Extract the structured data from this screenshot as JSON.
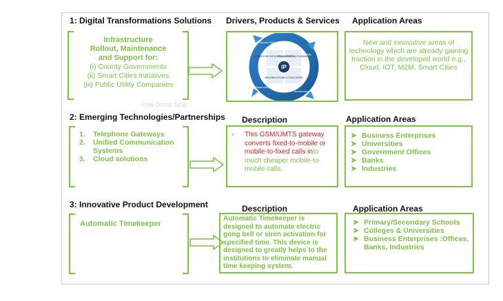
{
  "row1": {
    "heading": "1: Digital Transformations Solutions",
    "infra_title_lines": [
      "Infrastructure",
      "Rollout, Maintenance",
      "and Support for:"
    ],
    "infra_items": [
      "(i) County Governments",
      "(ii) Smart Cities Initiatives",
      "(iii) Public Utility Companies"
    ],
    "drivers_heading": "Drivers, Products & Services",
    "app_heading": "Application Areas",
    "app_text": "New and innovative areas of technology which are already gaining traction in the developed world e.g., Cloud, IOT, M2M, Smart Cities",
    "diagram": {
      "center": "IP",
      "outer_labels": [
        "Service Delivery",
        "Strategy",
        "Architecture",
        "Infrastructure"
      ],
      "quadrants": [
        "OPERATIONS SERVICES & SUPPORT",
        "CONSULTING AND PLANNING",
        "SOLUTION DESIGN",
        "IMPLEMENTATION"
      ]
    },
    "ghost_text": "Free Dump Stop"
  },
  "row2": {
    "heading": "2: Emerging Technologies/Partnerships",
    "items": [
      {
        "num": "1.",
        "text": "Telephone Gateways"
      },
      {
        "num": "2.",
        "text": "Unified Communication Systems"
      },
      {
        "num": "3.",
        "text": "Cloud solutions"
      }
    ],
    "desc_heading": "Description",
    "desc_bullet": "›",
    "desc_red": "This GSM/UMTS gateway converts fixed-to-mobile or mobile-to-fixed calls in",
    "desc_green": "to much cheaper mobile-to-mobile calls.",
    "app_heading": "Application Areas",
    "app_items": [
      "Business Enterprises",
      "Universities",
      "Government Offices",
      "Banks",
      "Industries"
    ]
  },
  "row3": {
    "heading": "3: Innovative Product Development",
    "product": "Automatic Timekeeper",
    "desc_heading": "Description",
    "desc_text": "Automatic Timekeeper is designed to automate electric gong bell or siren activation for specified time. This device is designed to greatly helps to the institutions to eliminate manual time keeping system.",
    "app_heading": "Application Areas",
    "app_items": [
      "Primary/Secondary Schools",
      "Colleges & Universities",
      "Business Enterprises :Offices, Banks, Industries"
    ]
  },
  "colors": {
    "green": "#7cc243",
    "red": "#e0201b",
    "blue_ring": "#1f6fb5",
    "light_blue": "#4fa3dc"
  }
}
